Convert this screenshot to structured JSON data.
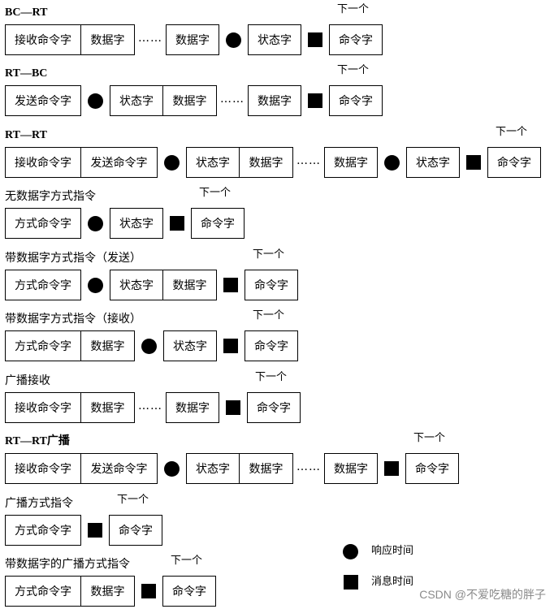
{
  "rows": [
    {
      "title": "BC—RT",
      "next_label": "下一个",
      "items": [
        {
          "kind": "box",
          "text": "接收命令字"
        },
        {
          "kind": "box",
          "text": "数据字"
        },
        {
          "kind": "dots",
          "text": "……"
        },
        {
          "kind": "box",
          "text": "数据字"
        },
        {
          "kind": "circle"
        },
        {
          "kind": "box",
          "text": "状态字"
        },
        {
          "kind": "square"
        },
        {
          "kind": "box",
          "text": "命令字"
        }
      ]
    },
    {
      "title": "RT—BC",
      "next_label": "下一个",
      "items": [
        {
          "kind": "box",
          "text": "发送命令字"
        },
        {
          "kind": "circle"
        },
        {
          "kind": "box",
          "text": "状态字"
        },
        {
          "kind": "box",
          "text": "数据字"
        },
        {
          "kind": "dots",
          "text": "……"
        },
        {
          "kind": "box",
          "text": "数据字"
        },
        {
          "kind": "square"
        },
        {
          "kind": "box",
          "text": "命令字"
        }
      ]
    },
    {
      "title": "RT—RT",
      "next_label": "下一个",
      "items": [
        {
          "kind": "box",
          "text": "接收命令字"
        },
        {
          "kind": "box",
          "text": "发送命令字"
        },
        {
          "kind": "circle"
        },
        {
          "kind": "box",
          "text": "状态字"
        },
        {
          "kind": "box",
          "text": "数据字"
        },
        {
          "kind": "dots",
          "text": "……"
        },
        {
          "kind": "box",
          "text": "数据字"
        },
        {
          "kind": "circle"
        },
        {
          "kind": "box",
          "text": "状态字"
        },
        {
          "kind": "square"
        },
        {
          "kind": "box",
          "text": "命令字"
        }
      ]
    },
    {
      "title": "无数据字方式指令",
      "next_label": "下一个",
      "items": [
        {
          "kind": "box",
          "text": "方式命令字"
        },
        {
          "kind": "circle"
        },
        {
          "kind": "box",
          "text": "状态字"
        },
        {
          "kind": "square"
        },
        {
          "kind": "box",
          "text": "命令字"
        }
      ]
    },
    {
      "title": "带数据字方式指令（发送）",
      "next_label": "下一个",
      "items": [
        {
          "kind": "box",
          "text": "方式命令字"
        },
        {
          "kind": "circle"
        },
        {
          "kind": "box",
          "text": "状态字"
        },
        {
          "kind": "box",
          "text": "数据字"
        },
        {
          "kind": "square"
        },
        {
          "kind": "box",
          "text": "命令字"
        }
      ]
    },
    {
      "title": "带数据字方式指令（接收）",
      "next_label": "下一个",
      "items": [
        {
          "kind": "box",
          "text": "方式命令字"
        },
        {
          "kind": "box",
          "text": "数据字"
        },
        {
          "kind": "circle"
        },
        {
          "kind": "box",
          "text": "状态字"
        },
        {
          "kind": "square"
        },
        {
          "kind": "box",
          "text": "命令字"
        }
      ]
    },
    {
      "title": "广播接收",
      "next_label": "下一个",
      "items": [
        {
          "kind": "box",
          "text": "接收命令字"
        },
        {
          "kind": "box",
          "text": "数据字"
        },
        {
          "kind": "dots",
          "text": "……"
        },
        {
          "kind": "box",
          "text": "数据字"
        },
        {
          "kind": "square"
        },
        {
          "kind": "box",
          "text": "命令字"
        }
      ]
    },
    {
      "title": "RT—RT广播",
      "next_label": "下一个",
      "items": [
        {
          "kind": "box",
          "text": "接收命令字"
        },
        {
          "kind": "box",
          "text": "发送命令字"
        },
        {
          "kind": "circle"
        },
        {
          "kind": "box",
          "text": "状态字"
        },
        {
          "kind": "box",
          "text": "数据字"
        },
        {
          "kind": "dots",
          "text": "……"
        },
        {
          "kind": "box",
          "text": "数据字"
        },
        {
          "kind": "square"
        },
        {
          "kind": "box",
          "text": "命令字"
        }
      ]
    },
    {
      "title": "广播方式指令",
      "next_label": "下一个",
      "items": [
        {
          "kind": "box",
          "text": "方式命令字"
        },
        {
          "kind": "square"
        },
        {
          "kind": "box",
          "text": "命令字"
        }
      ]
    },
    {
      "title": "带数据字的广播方式指令",
      "next_label": "下一个",
      "items": [
        {
          "kind": "box",
          "text": "方式命令字"
        },
        {
          "kind": "box",
          "text": "数据字"
        },
        {
          "kind": "square"
        },
        {
          "kind": "box",
          "text": "命令字"
        }
      ]
    }
  ],
  "legend": {
    "circle_label": "响应时间",
    "square_label": "消息时间"
  },
  "watermark": "CSDN @不爱吃糖的胖子"
}
